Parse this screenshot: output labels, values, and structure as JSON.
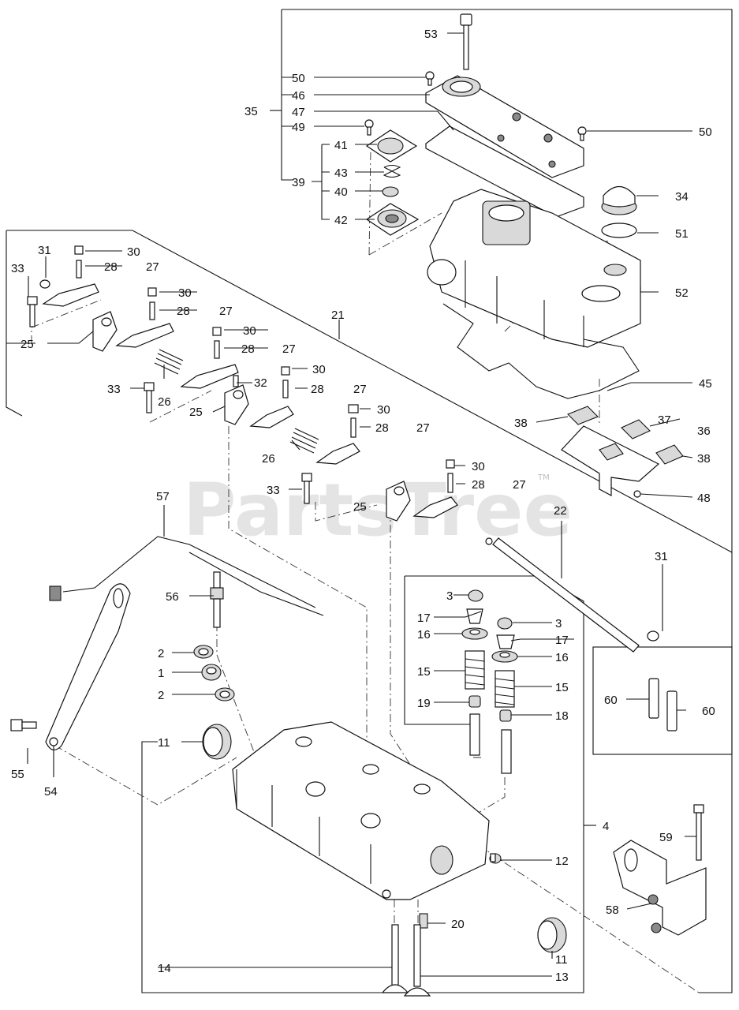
{
  "watermark": {
    "text": "PartsTree",
    "tm": "TM"
  },
  "callouts": [
    {
      "id": "c53",
      "text": "53"
    },
    {
      "id": "c50a",
      "text": "50"
    },
    {
      "id": "c46",
      "text": "46"
    },
    {
      "id": "c35",
      "text": "35"
    },
    {
      "id": "c47",
      "text": "47"
    },
    {
      "id": "c49",
      "text": "49"
    },
    {
      "id": "c50b",
      "text": "50"
    },
    {
      "id": "c41",
      "text": "41"
    },
    {
      "id": "c43",
      "text": "43"
    },
    {
      "id": "c39",
      "text": "39"
    },
    {
      "id": "c40",
      "text": "40"
    },
    {
      "id": "c42",
      "text": "42"
    },
    {
      "id": "c34",
      "text": "34"
    },
    {
      "id": "c51",
      "text": "51"
    },
    {
      "id": "c52",
      "text": "52"
    },
    {
      "id": "c45",
      "text": "45"
    },
    {
      "id": "c31a",
      "text": "31"
    },
    {
      "id": "c30a",
      "text": "30"
    },
    {
      "id": "c28a",
      "text": "28"
    },
    {
      "id": "c27a",
      "text": "27"
    },
    {
      "id": "c33a",
      "text": "33"
    },
    {
      "id": "c30b",
      "text": "30"
    },
    {
      "id": "c28b",
      "text": "28"
    },
    {
      "id": "c27b",
      "text": "27"
    },
    {
      "id": "c21",
      "text": "21"
    },
    {
      "id": "c25a",
      "text": "25"
    },
    {
      "id": "c30c",
      "text": "30"
    },
    {
      "id": "c28c",
      "text": "28"
    },
    {
      "id": "c27c",
      "text": "27"
    },
    {
      "id": "c26a",
      "text": "26"
    },
    {
      "id": "c32",
      "text": "32"
    },
    {
      "id": "c30d",
      "text": "30"
    },
    {
      "id": "c33b",
      "text": "33"
    },
    {
      "id": "c28d",
      "text": "28"
    },
    {
      "id": "c27d",
      "text": "27"
    },
    {
      "id": "c25b",
      "text": "25"
    },
    {
      "id": "c30e",
      "text": "30"
    },
    {
      "id": "c38a",
      "text": "38"
    },
    {
      "id": "c37",
      "text": "37"
    },
    {
      "id": "c28e",
      "text": "28"
    },
    {
      "id": "c27e",
      "text": "27"
    },
    {
      "id": "c36",
      "text": "36"
    },
    {
      "id": "c26b",
      "text": "26"
    },
    {
      "id": "c38b",
      "text": "38"
    },
    {
      "id": "c30f",
      "text": "30"
    },
    {
      "id": "c33c",
      "text": "33"
    },
    {
      "id": "c28f",
      "text": "28"
    },
    {
      "id": "c27f",
      "text": "27"
    },
    {
      "id": "c25c",
      "text": "25"
    },
    {
      "id": "c48",
      "text": "48"
    },
    {
      "id": "c57",
      "text": "57"
    },
    {
      "id": "c22",
      "text": "22"
    },
    {
      "id": "c31b",
      "text": "31"
    },
    {
      "id": "c56",
      "text": "56"
    },
    {
      "id": "c3a",
      "text": "3"
    },
    {
      "id": "c17a",
      "text": "17"
    },
    {
      "id": "c3b",
      "text": "3"
    },
    {
      "id": "c16a",
      "text": "16"
    },
    {
      "id": "c17b",
      "text": "17"
    },
    {
      "id": "c2a",
      "text": "2"
    },
    {
      "id": "c16b",
      "text": "16"
    },
    {
      "id": "c1",
      "text": "1"
    },
    {
      "id": "c15a",
      "text": "15"
    },
    {
      "id": "c2b",
      "text": "2"
    },
    {
      "id": "c15b",
      "text": "15"
    },
    {
      "id": "c19",
      "text": "19"
    },
    {
      "id": "c60a",
      "text": "60"
    },
    {
      "id": "c18",
      "text": "18"
    },
    {
      "id": "c60b",
      "text": "60"
    },
    {
      "id": "c11a",
      "text": "11"
    },
    {
      "id": "c55",
      "text": "55"
    },
    {
      "id": "c54",
      "text": "54"
    },
    {
      "id": "c4",
      "text": "4"
    },
    {
      "id": "c59",
      "text": "59"
    },
    {
      "id": "c12",
      "text": "12"
    },
    {
      "id": "c58",
      "text": "58"
    },
    {
      "id": "c20",
      "text": "20"
    },
    {
      "id": "c11b",
      "text": "11"
    },
    {
      "id": "c14",
      "text": "14"
    },
    {
      "id": "c13",
      "text": "13"
    }
  ]
}
